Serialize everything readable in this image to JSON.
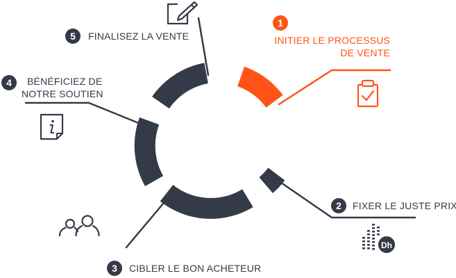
{
  "colors": {
    "dark": "#343a47",
    "accent": "#ff5317",
    "background": "#ffffff"
  },
  "steps": [
    {
      "number": "1",
      "lines": [
        "INITIER LE PROCESSUS",
        "DE VENTE"
      ],
      "icon": "clipboard-check-icon",
      "active": true
    },
    {
      "number": "2",
      "lines": [
        "FIXER LE JUSTE PRIX"
      ],
      "icon": "money-stack-icon",
      "badge": "Dh",
      "active": false
    },
    {
      "number": "3",
      "lines": [
        "CIBLER LE BON ACHETEUR"
      ],
      "icon": "people-outline-icon",
      "active": false
    },
    {
      "number": "4",
      "lines": [
        "BÉNÉFICIEZ DE",
        "NOTRE SOUTIEN"
      ],
      "icon": "info-document-icon",
      "active": false
    },
    {
      "number": "5",
      "lines": [
        "FINALISEZ LA VENTE"
      ],
      "icon": "document-pen-icon",
      "active": false
    }
  ]
}
